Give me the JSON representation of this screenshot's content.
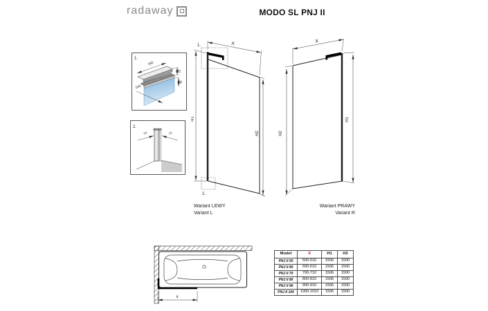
{
  "header": {
    "brand": "radaway",
    "title": "MODO SL PNJ II"
  },
  "detail1": {
    "label": "1.",
    "dim_arm": "160",
    "dim_depth": "240",
    "dim_top": "23",
    "dim_side": "46"
  },
  "detail2": {
    "label": "2.",
    "dim_left": "14",
    "dim_right": "21"
  },
  "variant_left": {
    "callout_top": "1.",
    "callout_bottom": "2.",
    "dim_x": "X",
    "dim_h1": "H1",
    "dim_h2": "H2",
    "name_pl": "Wariant LEWY",
    "name_en": "Variant L"
  },
  "variant_right": {
    "dim_x": "X",
    "dim_h1": "H1",
    "dim_h2": "H2",
    "name_pl": "Wariant PRAWY",
    "name_en": "Variant R"
  },
  "plan": {
    "dim_x": "x"
  },
  "table": {
    "headers": [
      "Model",
      "X",
      "H1",
      "H2"
    ],
    "rows": [
      [
        "PNJ II 50",
        "500-510",
        "1506",
        "1500"
      ],
      [
        "PNJ II 60",
        "600-610",
        "1506",
        "1500"
      ],
      [
        "PNJ II 70",
        "700-710",
        "1506",
        "1500"
      ],
      [
        "PNJ II 80",
        "800-810",
        "1506",
        "1500"
      ],
      [
        "PNJ II 90",
        "900-910",
        "1506",
        "1500"
      ],
      [
        "PNJ II 100",
        "1000-1010",
        "1506",
        "1500"
      ]
    ]
  },
  "colors": {
    "accent": "#b22222",
    "glass_blue_top": "#86b7e0",
    "glass_blue_bottom": "#d9e9f6",
    "line": "#2b2b2b",
    "brand_grey": "#8a8a8a"
  }
}
